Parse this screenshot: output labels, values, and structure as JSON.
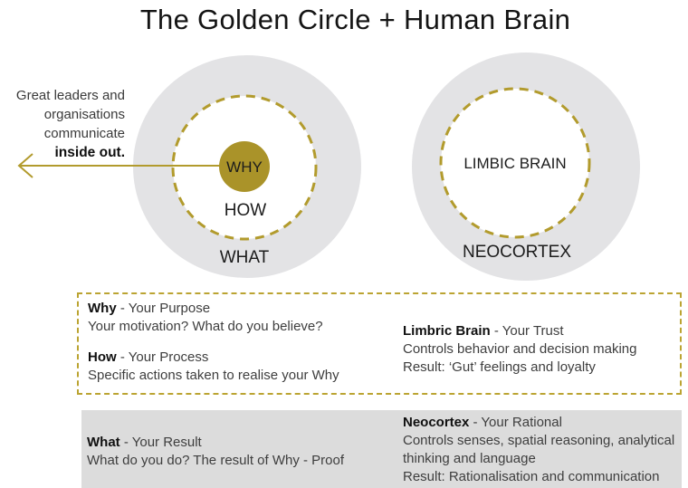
{
  "title": "The Golden Circle + Human Brain",
  "colors": {
    "gold_fill": "#aa9329",
    "gold_stroke": "#b29b2d",
    "legend_dash_border": "#bba432",
    "circle_gray": "#e3e3e5",
    "box_gray": "#dcdcdc"
  },
  "annotation": {
    "line1": "Great leaders and",
    "line2": "organisations",
    "line3": "communicate",
    "line4_bold": "inside out."
  },
  "golden_circle": {
    "why": "WHY",
    "how": "HOW",
    "what": "WHAT"
  },
  "brain_circle": {
    "inner": "LIMBIC BRAIN",
    "outer": "NEOCORTEX"
  },
  "legend_dashed": {
    "why": {
      "term": "Why",
      "rest": " - Your Purpose",
      "desc": {
        "0": "Your motivation? What do you believe?"
      }
    },
    "how": {
      "term": "How",
      "rest": " - Your Process",
      "desc": {
        "0": "Specific actions taken to realise your Why"
      }
    },
    "limbic": {
      "term": "Limbric Brain",
      "rest": " - Your Trust",
      "desc": {
        "0": "Controls behavior and decision making",
        "1": "Result: ‘Gut’ feelings and loyalty"
      }
    }
  },
  "legend_gray": {
    "what": {
      "term": "What",
      "rest": " - Your Result",
      "desc": {
        "0": "What do you do? The result of Why - Proof"
      }
    },
    "neocortex": {
      "term": "Neocortex",
      "rest": " - Your Rational",
      "desc": {
        "0": "Controls senses, spatial reasoning, analytical",
        "1": "thinking and language",
        "2": "Result: Rationalisation and communication"
      }
    }
  }
}
